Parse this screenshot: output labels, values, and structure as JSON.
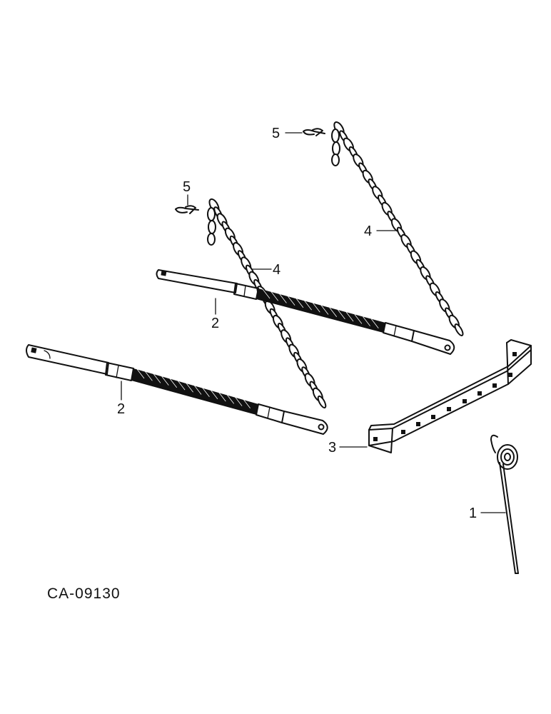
{
  "figure_id": "CA-09130",
  "callouts": {
    "spring": "1",
    "rod_upper": "2",
    "rod_lower": "2",
    "bracket": "3",
    "chain_upper": "4",
    "chain_lower": "4",
    "pin_upper": "5",
    "pin_lower": "5"
  }
}
